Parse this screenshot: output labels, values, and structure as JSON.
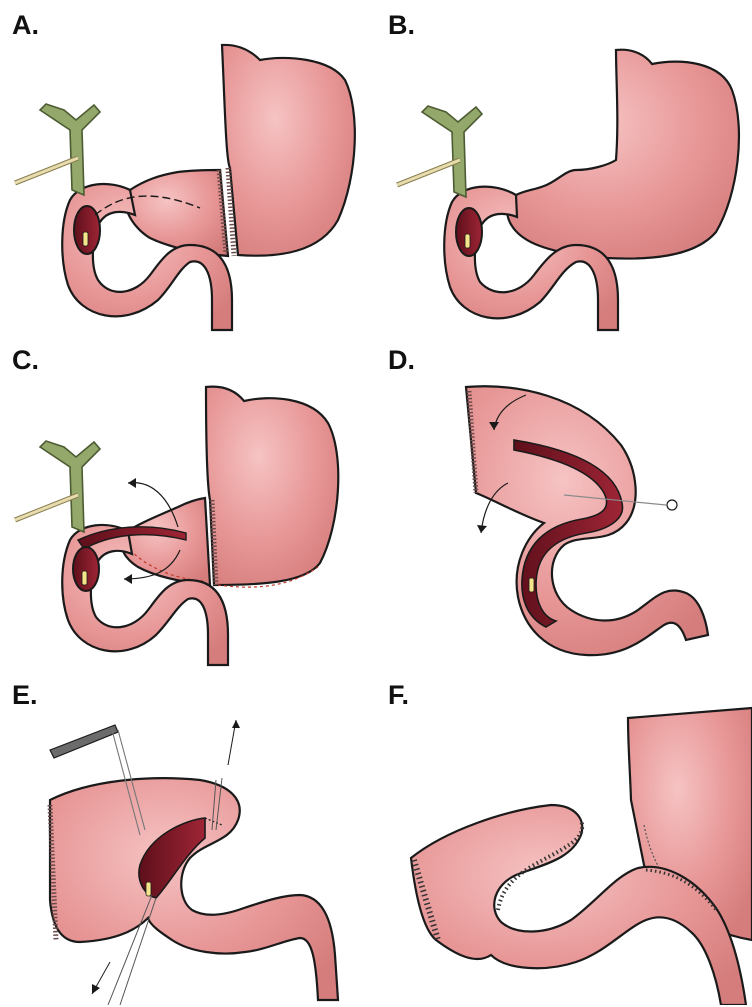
{
  "panels": [
    {
      "label": "A."
    },
    {
      "label": "B."
    },
    {
      "label": "C."
    },
    {
      "label": "D."
    },
    {
      "label": "E."
    },
    {
      "label": "F."
    }
  ],
  "colors": {
    "tissue": "#e79595",
    "tissue_light": "#f2b7b7",
    "outline": "#1a1a1a",
    "lumen": "#8a1c2a",
    "bile_duct": "#93a86a",
    "probe": "#e7dcae",
    "suture": "#c0392b"
  }
}
